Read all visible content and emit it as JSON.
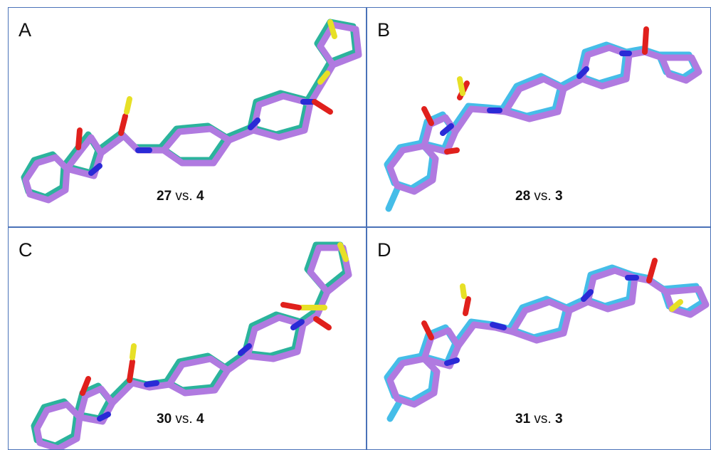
{
  "panels": {
    "a": {
      "letter": "A",
      "left_compound": "27",
      "vs": "vs.",
      "right_compound": "4"
    },
    "b": {
      "letter": "B",
      "left_compound": "28",
      "vs": "vs.",
      "right_compound": "3"
    },
    "c": {
      "letter": "C",
      "left_compound": "30",
      "vs": "vs.",
      "right_compound": "4"
    },
    "d": {
      "letter": "D",
      "left_compound": "31",
      "vs": "vs.",
      "right_compound": "3"
    }
  },
  "colors": {
    "panel_border": "#4a72b8",
    "ligand_violet": "#b07ae0",
    "ligand_teal": "#2bb39c",
    "ligand_cyan": "#45bde8",
    "nitrogen_blue": "#2a2ad6",
    "oxygen_red": "#e0201c",
    "sulfur_yellow": "#e7e026"
  },
  "icons": {
    "molecule_overlay": "stick-model-overlay"
  }
}
